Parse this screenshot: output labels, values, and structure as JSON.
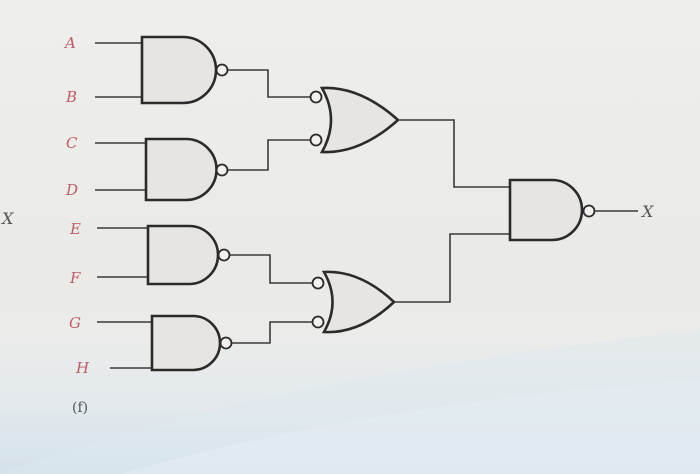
{
  "diagram": {
    "inputs": [
      "A",
      "B",
      "C",
      "D",
      "E",
      "F",
      "G",
      "H"
    ],
    "left_label": "X",
    "output_label": "X",
    "caption": "(f)",
    "gates": [
      {
        "id": "g1",
        "type": "NAND",
        "inputs": [
          "A",
          "B"
        ]
      },
      {
        "id": "g2",
        "type": "NAND",
        "inputs": [
          "C",
          "D"
        ]
      },
      {
        "id": "g3",
        "type": "NAND",
        "inputs": [
          "E",
          "F"
        ]
      },
      {
        "id": "g4",
        "type": "NAND",
        "inputs": [
          "G",
          "H"
        ]
      },
      {
        "id": "g5",
        "type": "OR",
        "negated_inputs": true,
        "inputs": [
          "g1",
          "g2"
        ]
      },
      {
        "id": "g6",
        "type": "OR",
        "negated_inputs": true,
        "inputs": [
          "g3",
          "g4"
        ]
      },
      {
        "id": "g7",
        "type": "NAND",
        "inputs": [
          "g5",
          "g6"
        ],
        "output": "X"
      }
    ]
  }
}
